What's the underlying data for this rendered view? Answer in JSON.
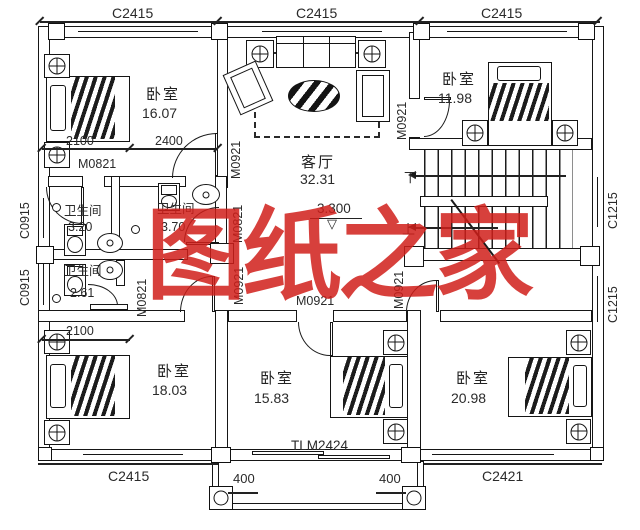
{
  "watermark": "图纸之家",
  "top_windows": [
    "C2415",
    "C2415",
    "C2415"
  ],
  "bottom_windows": {
    "left": "C2415",
    "right": "C2421",
    "balcony_door": "TLM2424"
  },
  "side_windows": {
    "left_upper": "C0915",
    "left_lower": "C0915",
    "right_upper": "C1215",
    "right_lower": "C1215"
  },
  "rooms": {
    "bedroom_tl": {
      "name": "卧室",
      "area": "16.07"
    },
    "living": {
      "name": "客厅",
      "area": "32.31"
    },
    "bedroom_tr": {
      "name": "卧室",
      "area": "11.98"
    },
    "bath_a": {
      "name": "卫生间",
      "area": "3.20"
    },
    "bath_b": {
      "name": "卫生间",
      "area": "3.70"
    },
    "bath_c": {
      "name": "卫生间",
      "area": "2.61"
    },
    "bedroom_bl": {
      "name": "卧室",
      "area": "18.03"
    },
    "bedroom_bm": {
      "name": "卧室",
      "area": "15.83"
    },
    "bedroom_br": {
      "name": "卧室",
      "area": "20.98"
    }
  },
  "doors": {
    "bath_a_door": "M0821",
    "bedroom_tl_door": "M0921",
    "bedroom_tr_door": "M0921",
    "bath_b_door": "M0821",
    "hall_door": "M0921",
    "bath_c_door": "M0821",
    "bedroom_bm_door": "M0921",
    "bedroom_br_door": "M0921"
  },
  "dimensions": {
    "d2100_top": "2100",
    "d2400_top": "2400",
    "d2100_bottom": "2100",
    "d400_left": "400",
    "d400_right": "400"
  },
  "elevation": {
    "value": "3.300",
    "marker": "▽"
  },
  "stairs": {
    "down": "下",
    "up": "上"
  },
  "line_color": "#161616",
  "watermark_color": "#d01e1a"
}
